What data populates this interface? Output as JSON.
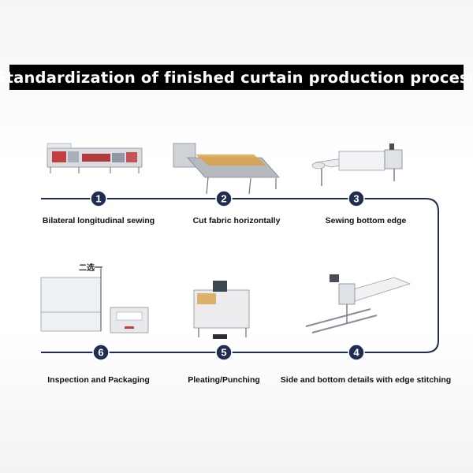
{
  "title": "Standardization of finished curtain production process",
  "steps": [
    {
      "number": "1",
      "label": "Bilateral longitudinal sewing"
    },
    {
      "number": "2",
      "label": "Cut fabric horizontally"
    },
    {
      "number": "3",
      "label": "Sewing bottom edge"
    },
    {
      "number": "4",
      "label": "Side and bottom details with edge stitching"
    },
    {
      "number": "5",
      "label": "Pleating/Punching"
    },
    {
      "number": "6",
      "label": "Inspection and Packaging"
    }
  ],
  "choice_note": "二选一",
  "colors": {
    "line": "#1f2d52",
    "badge": "#1f2d52",
    "badge_text": "#ffffff",
    "title_bg": "#000000",
    "title_text": "#ffffff"
  }
}
